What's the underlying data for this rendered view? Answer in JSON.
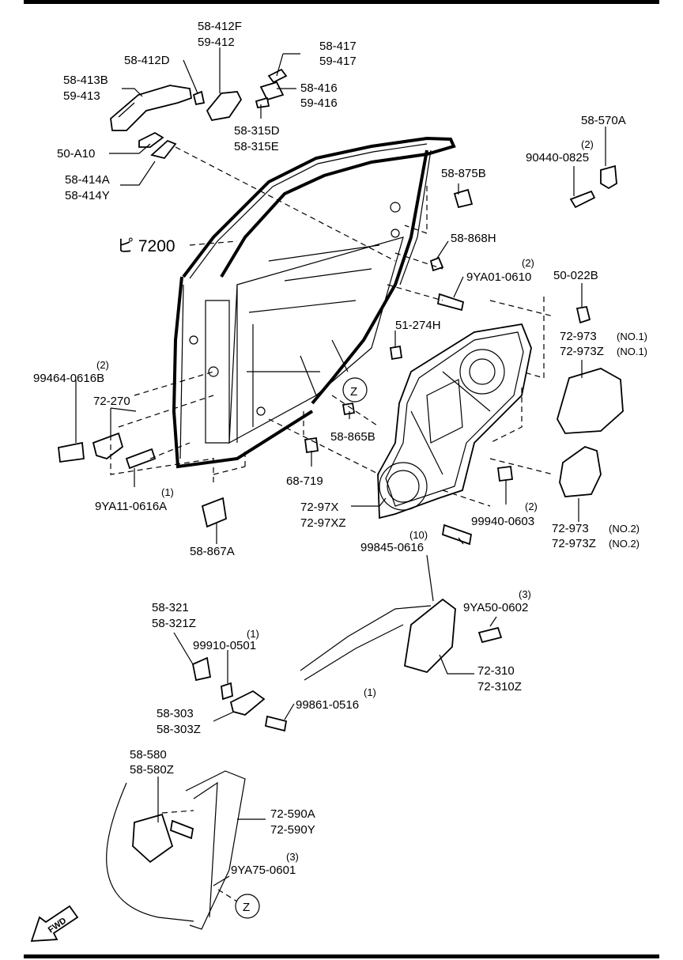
{
  "title_code": "ピ 7200",
  "labels": {
    "p58_412F": "58-412F",
    "p59_412": "59-412",
    "p58_412D": "58-412D",
    "p58_413B": "58-413B",
    "p59_413": "59-413",
    "p58_417": "58-417",
    "p59_417": "59-417",
    "p58_416": "58-416",
    "p59_416": "59-416",
    "p58_315D": "58-315D",
    "p58_315E": "58-315E",
    "p50_A10": "50-A10",
    "p58_414A": "58-414A",
    "p58_414Y": "58-414Y",
    "p58_570A": "58-570A",
    "p90440_qty": "(2)",
    "p90440": "90440-0825",
    "p58_875B": "58-875B",
    "p58_868H": "58-868H",
    "p9YA01_qty": "(2)",
    "p9YA01": "9YA01-0610",
    "p50_022B": "50-022B",
    "p51_274H": "51-274H",
    "p72_973_1": "72-973",
    "p72_973Z_1": "72-973Z",
    "no1a": "(NO.1)",
    "no1b": "(NO.1)",
    "p99464_qty": "(2)",
    "p99464": "99464-0616B",
    "p72_270": "72-270",
    "zone_z": "Z",
    "p58_865B": "58-865B",
    "p68_719": "68-719",
    "p9YA11_qty": "(1)",
    "p9YA11": "9YA11-0616A",
    "p72_97X": "72-97X",
    "p72_97XZ": "72-97XZ",
    "p99940_qty": "(2)",
    "p99940": "99940-0603",
    "p72_973_2": "72-973",
    "p72_973Z_2": "72-973Z",
    "no2a": "(NO.2)",
    "no2b": "(NO.2)",
    "p58_867A": "58-867A",
    "p99845_qty": "(10)",
    "p99845": "99845-0616",
    "p9YA50_qty": "(3)",
    "p9YA50": "9YA50-0602",
    "p58_321": "58-321",
    "p58_321Z": "58-321Z",
    "p99910_qty": "(1)",
    "p99910": "99910-0501",
    "p72_310": "72-310",
    "p72_310Z": "72-310Z",
    "p99861_qty": "(1)",
    "p99861": "99861-0516",
    "p58_303": "58-303",
    "p58_303Z": "58-303Z",
    "p58_580": "58-580",
    "p58_580Z": "58-580Z",
    "p72_590A": "72-590A",
    "p72_590Y": "72-590Y",
    "p9YA75_qty": "(3)",
    "p9YA75": "9YA75-0601",
    "zone_z2": "Z",
    "fwd": "FWD"
  }
}
